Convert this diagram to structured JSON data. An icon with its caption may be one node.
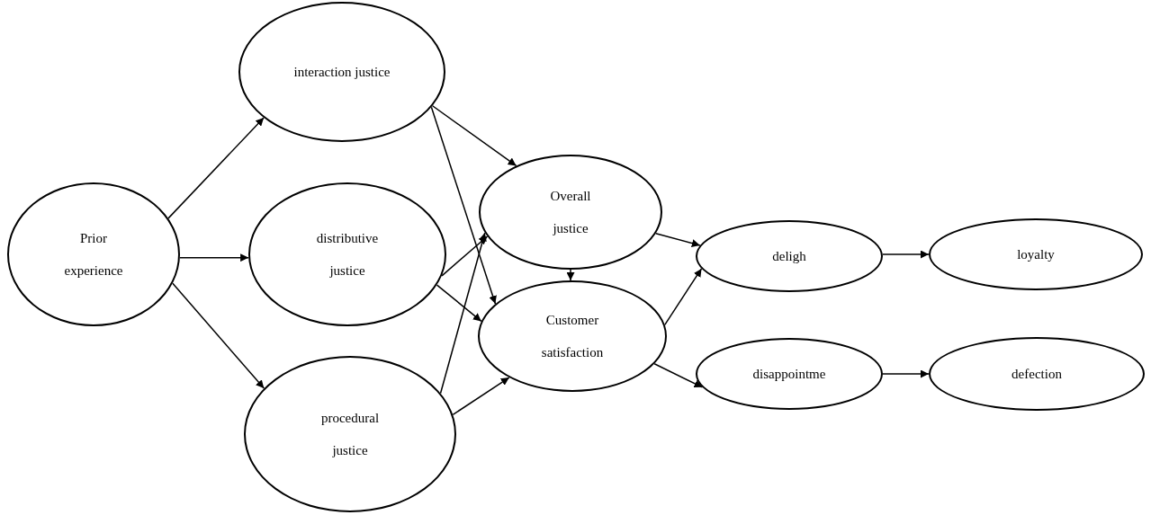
{
  "diagram": {
    "nodes": [
      {
        "text": [
          "Prior experience"
        ]
      },
      {
        "text": [
          "interaction justice"
        ]
      },
      {
        "text": [
          "distributive justice"
        ]
      },
      {
        "text": [
          "procedural justice"
        ]
      },
      {
        "text": [
          "Overall justice"
        ]
      },
      {
        "text": [
          "Customer satisfaction"
        ]
      },
      {
        "text": [
          "deligh"
        ]
      },
      {
        "text": [
          "loyalty"
        ]
      },
      {
        "text": [
          "disappointme"
        ]
      },
      {
        "text": [
          "defection"
        ]
      }
    ],
    "edges": [
      {
        "from": 0,
        "to": 1,
        "arrow": "to"
      },
      {
        "from": 0,
        "to": 2,
        "arrow": "to"
      },
      {
        "from": 0,
        "to": 3,
        "arrow": "to"
      },
      {
        "from": 1,
        "to": 4,
        "arrow": "to"
      },
      {
        "from": 1,
        "to": 5,
        "arrow": "to"
      },
      {
        "from": 2,
        "to": 4,
        "arrow": "to"
      },
      {
        "from": 2,
        "to": 5,
        "arrow": "to"
      },
      {
        "from": 3,
        "to": 4,
        "arrow": "to"
      },
      {
        "from": 3,
        "to": 5,
        "arrow": "to"
      },
      {
        "from": 4,
        "to": 5,
        "arrow": "to"
      },
      {
        "from": 4,
        "to": 6,
        "arrow": "to"
      },
      {
        "from": 5,
        "to": 6,
        "arrow": "to"
      },
      {
        "from": 5,
        "to": 8,
        "arrow": "to"
      },
      {
        "from": 6,
        "to": 7,
        "arrow": "to"
      },
      {
        "from": 8,
        "to": 9,
        "arrow": "to"
      }
    ]
  }
}
